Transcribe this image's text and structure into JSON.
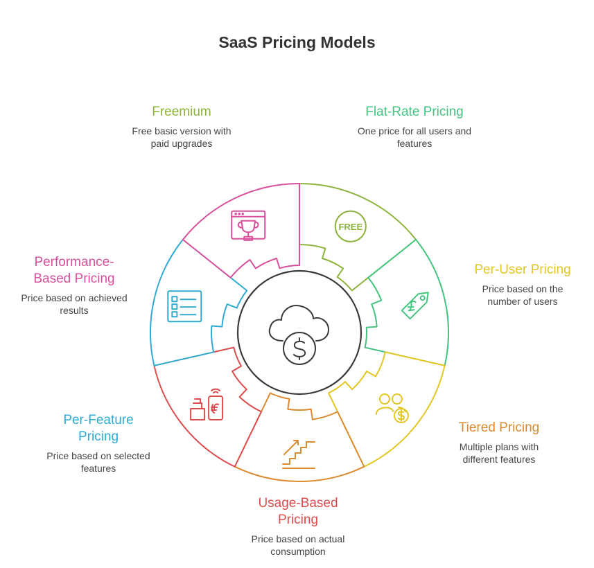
{
  "title": "SaaS Pricing Models",
  "center_icon": "cloud-dollar-icon",
  "models": [
    {
      "key": "freemium",
      "name": "Freemium",
      "description": "Free basic version with paid upgrades",
      "color": "#8db43a",
      "icon": "free-badge-icon",
      "icon_text": "FREE"
    },
    {
      "key": "flat-rate",
      "name": "Flat-Rate Pricing",
      "description": "One price for all users and features",
      "color": "#43c47f",
      "icon": "price-tag-icon"
    },
    {
      "key": "per-user",
      "name": "Per-User Pricing",
      "description": "Price based on the number of users",
      "color": "#e3c622",
      "icon": "users-dollar-icon"
    },
    {
      "key": "tiered",
      "name": "Tiered Pricing",
      "description": "Multiple plans with different features",
      "color": "#dd8a2e",
      "icon": "stairs-icon"
    },
    {
      "key": "usage-based",
      "name": "Usage-Based Pricing",
      "description": "Price based on actual consumption",
      "color": "#dc4c4c",
      "icon": "payment-terminal-icon"
    },
    {
      "key": "per-feature",
      "name": "Per-Feature Pricing",
      "description": "Price based on selected features",
      "color": "#2eaad1",
      "icon": "checklist-icon"
    },
    {
      "key": "performance",
      "name": "Performance-Based Pricing",
      "description": "Price based on achieved results",
      "color": "#d84f9c",
      "icon": "trophy-browser-icon"
    }
  ]
}
